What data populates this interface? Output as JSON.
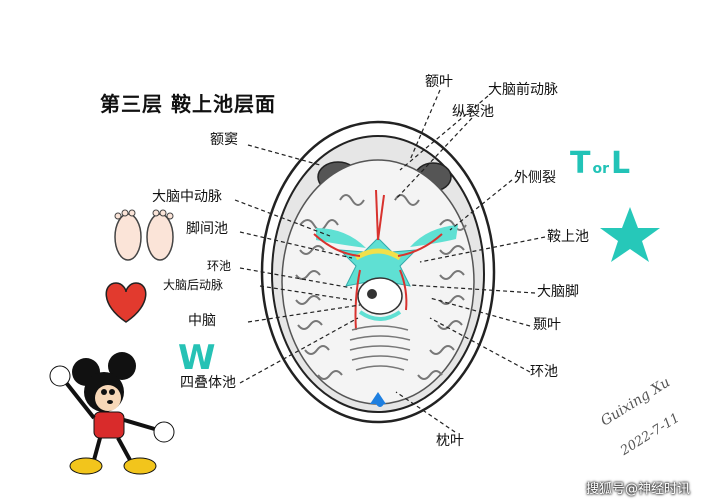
{
  "title": "第三层 鞍上池层面",
  "labels": {
    "e_ye": "额叶",
    "dnqdm": "大脑前动脉",
    "zlc": "纵裂池",
    "edou": "额窦",
    "wcl": "外侧裂",
    "dnzdm": "大脑中动脉",
    "jjc": "脚间池",
    "asc": "鞍上池",
    "huanchi_l": "环池",
    "dnhdm": "大脑后动脉",
    "dnj": "大脑脚",
    "zhongnao": "中脑",
    "nie": "颞叶",
    "sdtc": "四叠体池",
    "huanchi_r": "环池",
    "zhenye": "枕叶"
  },
  "decor": {
    "t_letter": "T",
    "or": "or",
    "l_letter": "L",
    "w_letter": "W",
    "signature": "Guixing Xu",
    "date": "2022-7-11",
    "watermark": "搜狐号@神经时讯"
  },
  "colors": {
    "csf": "#5fe0d3",
    "artery": "#d8322e",
    "yellow": "#f2e04a",
    "star": "#26c8b9",
    "heart": "#e23a2e",
    "blue": "#1e7fe0"
  }
}
